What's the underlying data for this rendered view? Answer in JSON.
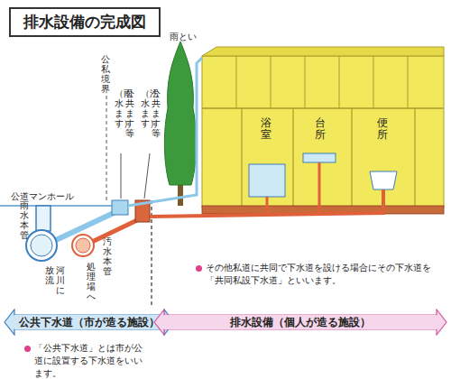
{
  "diagram": {
    "title": "排水設備の完成図",
    "nodes": [
      {
        "text": [
          "公共下水道（市が造る施設）"
        ]
      },
      {
        "text": [
          "排水設備（個人が造る施設）"
        ]
      }
    ],
    "labels": [
      "公私境界",
      "雨とい",
      "公共ます等",
      "（雨水ます）",
      "公共ます等",
      "（汚水ます）",
      "浴室",
      "台所",
      "便所",
      "公道マンホール",
      "雨水本管",
      "汚水本管",
      "河川に",
      "放流",
      "処理場へ",
      "その他私道に共同で下水道を設ける場合にその下水道を「共同私設下水道」といいます。",
      "「公共下水道」とは市が公道に設置する下水道をいいます。"
    ]
  }
}
